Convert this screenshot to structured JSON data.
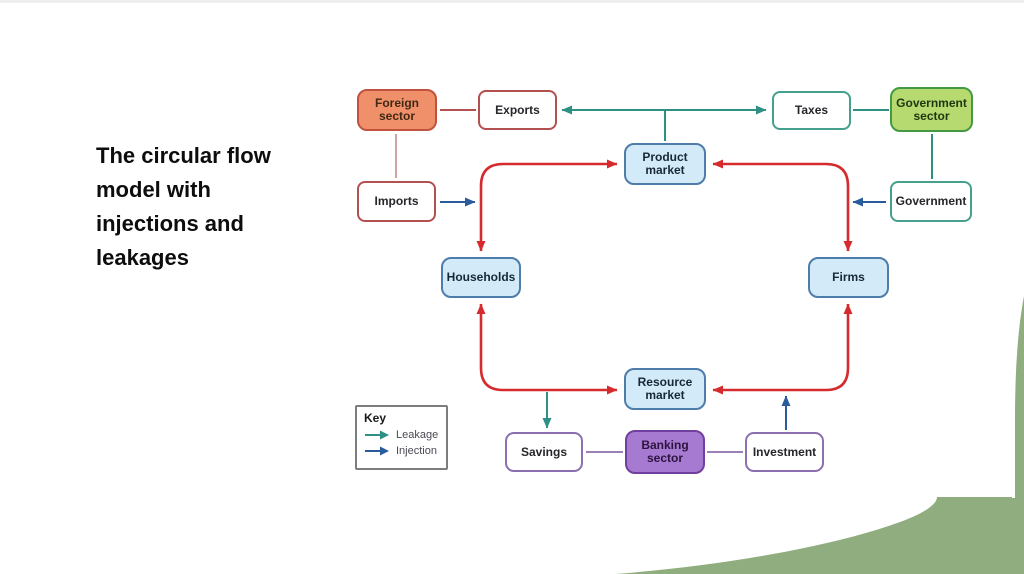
{
  "slide": {
    "title": "The circular flow model with injections and leakages"
  },
  "nodes": {
    "foreign_sector": {
      "label": "Foreign sector"
    },
    "exports": {
      "label": "Exports"
    },
    "taxes": {
      "label": "Taxes"
    },
    "government_sector": {
      "label": "Government sector"
    },
    "product_market": {
      "label": "Product market"
    },
    "imports": {
      "label": "Imports"
    },
    "government": {
      "label": "Government"
    },
    "households": {
      "label": "Households"
    },
    "firms": {
      "label": "Firms"
    },
    "resource_market": {
      "label": "Resource market"
    },
    "savings": {
      "label": "Savings"
    },
    "banking_sector": {
      "label": "Banking sector"
    },
    "investment": {
      "label": "Investment"
    }
  },
  "edges": [
    {
      "from": "households",
      "to": "product_market",
      "type": "circular-flow",
      "bidirectional": true
    },
    {
      "from": "firms",
      "to": "product_market",
      "type": "circular-flow",
      "bidirectional": true
    },
    {
      "from": "households",
      "to": "resource_market",
      "type": "circular-flow",
      "bidirectional": true
    },
    {
      "from": "firms",
      "to": "resource_market",
      "type": "circular-flow",
      "bidirectional": true
    },
    {
      "from": "product_market",
      "to": "exports",
      "type": "leakage"
    },
    {
      "from": "product_market",
      "to": "taxes",
      "type": "leakage"
    },
    {
      "from": "circular_flow",
      "to": "savings",
      "type": "leakage"
    },
    {
      "from": "imports",
      "to": "circular_flow",
      "type": "injection"
    },
    {
      "from": "government",
      "to": "circular_flow",
      "type": "injection"
    },
    {
      "from": "investment",
      "to": "circular_flow",
      "type": "injection"
    },
    {
      "from": "foreign_sector",
      "to": "exports",
      "type": "connector"
    },
    {
      "from": "foreign_sector",
      "to": "imports",
      "type": "connector"
    },
    {
      "from": "taxes",
      "to": "government_sector",
      "type": "connector"
    },
    {
      "from": "government_sector",
      "to": "government",
      "type": "connector"
    },
    {
      "from": "savings",
      "to": "banking_sector",
      "type": "connector"
    },
    {
      "from": "banking_sector",
      "to": "investment",
      "type": "connector"
    }
  ],
  "key": {
    "title": "Key",
    "items": [
      {
        "label": "Leakage",
        "color": "#2e8f85"
      },
      {
        "label": "Injection",
        "color": "#2a5c9c"
      }
    ]
  },
  "colors": {
    "circular_flow": "#d62b2e",
    "leakage": "#2e8f85",
    "injection": "#2a5c9c",
    "foreign_box_fill": "#f0906a",
    "government_box_fill": "#b6da70",
    "market_box_fill": "#d3eaf8",
    "banking_box_fill": "#a67ad0",
    "decorative_green": "#8fad7f"
  }
}
